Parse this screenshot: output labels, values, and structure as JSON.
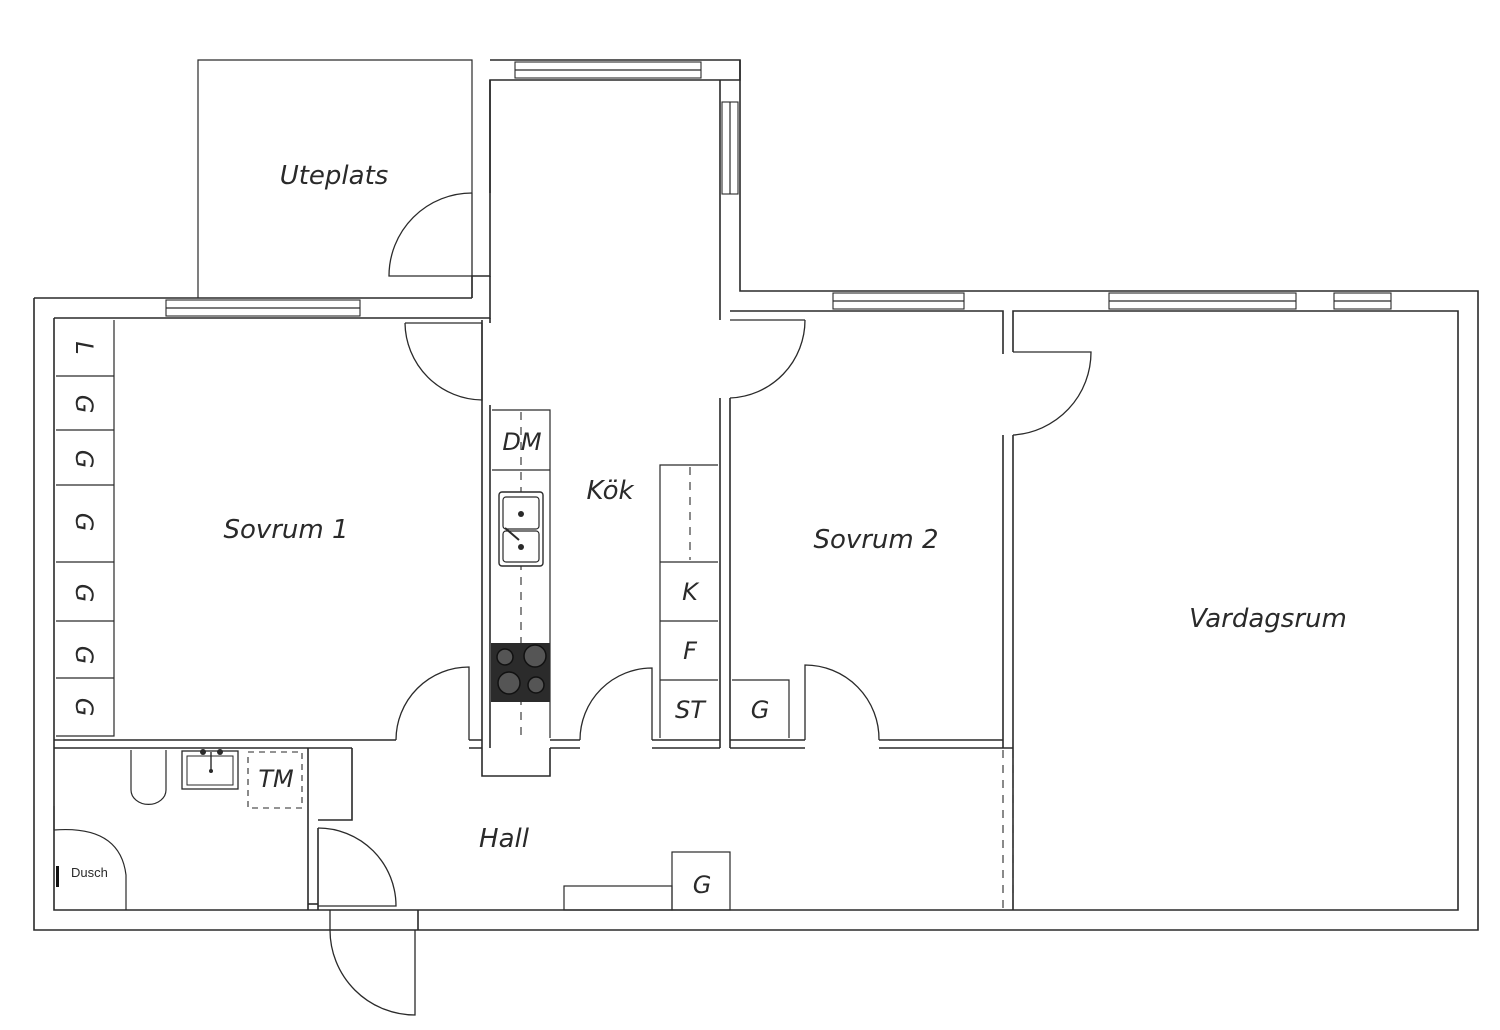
{
  "rooms": {
    "uteplats": "Uteplats",
    "kok": "Kök",
    "sovrum1": "Sovrum 1",
    "sovrum2": "Sovrum 2",
    "vardagsrum": "Vardagsrum",
    "hall": "Hall"
  },
  "fixtures": {
    "dm": "DM",
    "k": "K",
    "f": "F",
    "st": "ST",
    "tm": "TM",
    "dusch": "Dusch",
    "wardrobe_l": "L",
    "wardrobe_g": "G"
  }
}
